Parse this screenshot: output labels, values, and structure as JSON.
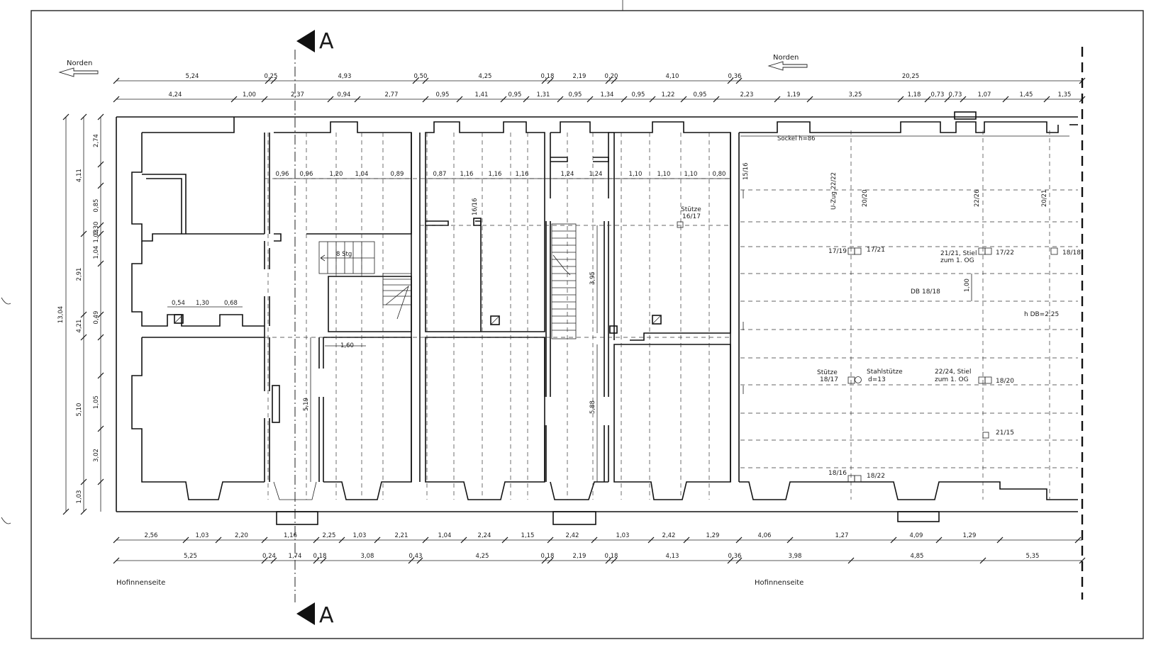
{
  "labels": {
    "north_left": "Norden",
    "north_right": "Norden",
    "section_top": "A",
    "section_bottom": "A",
    "courtyard_left": "Hofinnenseite",
    "courtyard_right": "Hofinnenseite",
    "sockel": "Sockel h=86",
    "stuetze_16_17_a": "Stütze",
    "stuetze_16_17_b": "16/17",
    "dim_16_16": "16/16",
    "dim_15_16": "15/16",
    "uzug": "U-Zug 22/22",
    "v_20_20": "20/20",
    "v_22_26": "22/26",
    "v_20_21": "20/21",
    "c_17_19": "17/19",
    "c_17_21": "17/21",
    "c_21_21_a": "21/21, Stiel",
    "c_21_21_b": "zum 1. OG",
    "c_17_22": "17/22",
    "c_18_18": "18/18",
    "db_18_18": "DB 18/18",
    "v_1_00": "1,00",
    "h_db": "h DB=2,25",
    "stuetze_18_17_a": "Stütze",
    "stuetze_18_17_b": "18/17",
    "stahl_a": "Stahlstütze",
    "stahl_b": "d=13",
    "c_22_24_a": "22/24, Stiel",
    "c_22_24_b": "zum 1. OG",
    "c_18_20": "18/20",
    "c_21_15": "21/15",
    "c_18_16": "18/16",
    "c_18_22": "18/22",
    "stair_small": "8 Stg"
  },
  "dims": {
    "top_row1": [
      "5,24",
      "0,25",
      "4,93",
      "0,50",
      "4,25",
      "0,18",
      "2,19",
      "0,20",
      "4,10",
      "0,36",
      "20,25"
    ],
    "top_row2": [
      "4,24",
      "1,00",
      "2,37",
      "0,94",
      "2,77",
      "0,95",
      "1,41",
      "0,95",
      "1,31",
      "0,95",
      "1,34",
      "0,95",
      "1,22",
      "0,95",
      "2,23",
      "1,19",
      "3,25",
      "1,18",
      "0,73",
      "0,73",
      "1,07",
      "1,45",
      "1,35"
    ],
    "inner_row": [
      "0,96",
      "0,96",
      "1,20",
      "1,04",
      "0,89",
      "0,87",
      "1,16",
      "1,16",
      "1,16",
      "1,24",
      "1,24",
      "1,10",
      "1,10",
      "1,10",
      "0,80"
    ],
    "mid_left": [
      "0,54",
      "1,30",
      "0,68"
    ],
    "mid_160": "1,60",
    "bottom_row1": [
      "2,56",
      "1,03",
      "2,20",
      "1,16",
      "2,25",
      "1,03",
      "2,21",
      "1,04",
      "2,24",
      "1,15",
      "2,42",
      "1,03",
      "2,42",
      "1,29",
      "4,06",
      "1,27",
      "4,09",
      "1,29"
    ],
    "bottom_row2": [
      "5,25",
      "0,24",
      "1,74",
      "0,18",
      "3,08",
      "0,43",
      "4,25",
      "0,18",
      "2,19",
      "0,18",
      "4,13",
      "0,36",
      "3,98",
      "4,85",
      "5,35"
    ],
    "left_outer": "13,04",
    "left_col1": [
      "4,11",
      "2,91",
      "4,21",
      "5,10",
      "1,03"
    ],
    "left_col2": [
      "2,74",
      "0,85",
      "0,30",
      "1,03",
      "1,04",
      "0,49",
      "1,05",
      "3,02"
    ],
    "v_519": "5,19",
    "v_395": "3,95",
    "v_588": "5,88"
  }
}
